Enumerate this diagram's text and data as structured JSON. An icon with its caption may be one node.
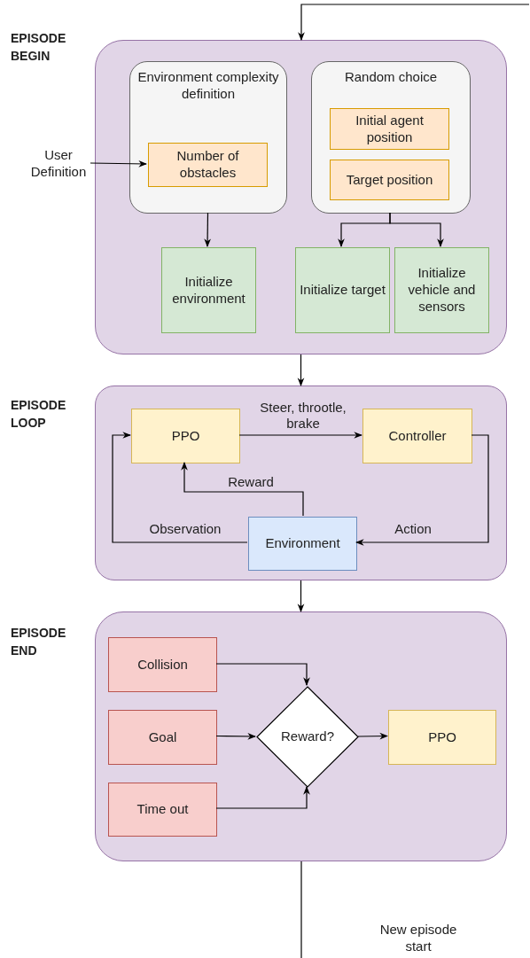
{
  "diagram": {
    "nodes": [
      {
        "text": [],
        "shape": "box"
      },
      {
        "text": [
          "Environment complexity definition"
        ],
        "in": 0
      },
      {
        "text": [
          "Number of obstacles"
        ],
        "in": 1
      },
      {
        "text": [
          "Random choice"
        ],
        "in": 0
      },
      {
        "text": [
          "Initial agent position"
        ],
        "in": 3
      },
      {
        "text": [
          "Target position"
        ],
        "in": 3
      },
      {
        "text": [
          "Initialize environment"
        ],
        "in": 0
      },
      {
        "text": [
          "Initialize target"
        ],
        "in": 0
      },
      {
        "text": [
          "Initialize vehicle and sensors"
        ],
        "in": 0
      },
      {
        "text": [
          "User Definition"
        ]
      },
      {
        "text": [],
        "shape": "box"
      },
      {
        "text": [
          "PPO"
        ],
        "in": 10
      },
      {
        "text": [
          "Controller"
        ],
        "in": 10
      },
      {
        "text": [
          "Environment"
        ],
        "in": 10
      },
      {
        "text": [],
        "shape": "box"
      },
      {
        "text": [
          "Collision"
        ],
        "in": 14
      },
      {
        "text": [
          "Goal"
        ],
        "in": 14
      },
      {
        "text": [
          "Time out"
        ],
        "in": 14
      },
      {
        "text": [
          "Reward?"
        ],
        "in": 14
      },
      {
        "text": [
          "PPO"
        ],
        "in": 14
      }
    ],
    "edges": [
      {
        "from": null,
        "to": 0,
        "arrow": "to"
      },
      {
        "from": 9,
        "to": 2,
        "arrow": "to"
      },
      {
        "from": 1,
        "to": 6,
        "arrow": "to"
      },
      {
        "from": 3,
        "to": 7,
        "arrow": "to"
      },
      {
        "from": 3,
        "to": 8,
        "arrow": "to"
      },
      {
        "from": 0,
        "to": 10,
        "arrow": "to"
      },
      {
        "from": 11,
        "to": 12,
        "arrow": "to",
        "label": "Steer, throotle, brake"
      },
      {
        "from": 12,
        "to": 13,
        "arrow": "to",
        "label": "Action"
      },
      {
        "from": 13,
        "to": 11,
        "arrow": "to",
        "label": "Reward"
      },
      {
        "from": 13,
        "to": 11,
        "arrow": "to",
        "label": "Observation"
      },
      {
        "from": 10,
        "to": 14,
        "arrow": "to"
      },
      {
        "from": 15,
        "to": 18,
        "arrow": "to"
      },
      {
        "from": 16,
        "to": 18,
        "arrow": "to"
      },
      {
        "from": 17,
        "to": 18,
        "arrow": "to"
      },
      {
        "from": 18,
        "to": 19,
        "arrow": "to"
      },
      {
        "from": 14,
        "to": null,
        "arrow": "none"
      }
    ],
    "labels": [
      "EPISODE BEGIN",
      "EPISODE LOOP",
      "EPISODE END",
      "New episode start"
    ]
  }
}
